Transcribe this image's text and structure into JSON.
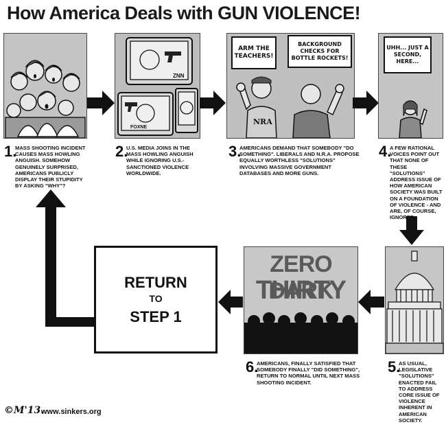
{
  "title": "How America Deals with GUN VIOLENCE!",
  "panels": [
    {
      "num": "1.",
      "caption": "MASS SHOOTING INCIDENT CAUSES MASS HOWLING ANGUISH. SOMEHOW GENUINELY SURPRISED, AMERICANS PUBLICLY DISPLAY THEIR STUPIDITY BY ASKING \"WHY\"?"
    },
    {
      "num": "2.",
      "caption": "U.S. MEDIA JOINS IN THE MASS HOWLING ANGUISH WHILE IGNORING U.S.-SANCTIONED VIOLENCE WORLDWIDE.",
      "tv_label_1": "ZNN",
      "tv_label_2": "FOXNE"
    },
    {
      "num": "3.",
      "caption": "AMERICANS DEMAND THAT SOMEBODY \"DO SOMETHING\". LIBERALS AND N.R.A. PROPOSE EQUALLY WORTHLESS \"SOLUTIONS\" INVOLVING MASSIVE GOVERNMENT DATABASES AND MORE GUNS.",
      "bubble_left": "ARM THE TEACHERS!",
      "bubble_right": "BACKGROUND CHECKS FOR BOTTLE ROCKETS!",
      "shirt": "NRA"
    },
    {
      "num": "4.",
      "caption": "A FEW RATIONAL VOICES POINT OUT THAT NONE OF THESE \"SOLUTIONS\" ADDRESS ISSUE OF HOW AMERICAN SOCIETY WAS BUILT ON A FOUNDATION OF VIOLENCE - AND ARE, OF COURSE, IGNORED.",
      "bubble": "UHH... JUST A SECOND, HERE..."
    },
    {
      "num": "5.",
      "caption": "AS USUAL, LEGISLATIVE \"SOLUTIONS\" ENACTED FAIL TO ADDRESS CORE ISSUE OF VIOLENCE INHERENT IN AMERICAN SOCIETY."
    },
    {
      "num": "6.",
      "caption": "AMERICANS, FINALLY SATISFIED THAT SOMEBODY FINALLY \"DID SOMETHING\", RETURN TO NORMAL UNTIL NEXT MASS SHOOTING INCIDENT.",
      "screen_line1": "ZERO DARK",
      "screen_line2": "THIRTY"
    }
  ],
  "return_box": {
    "line1": "RETURN",
    "line2": "TO",
    "line3": "STEP 1"
  },
  "signature": "©M'13.",
  "url": "www.sinkers.org",
  "colors": {
    "panel_gray": "#b8b8b8",
    "ink": "#111111",
    "arrow": "#111111"
  }
}
